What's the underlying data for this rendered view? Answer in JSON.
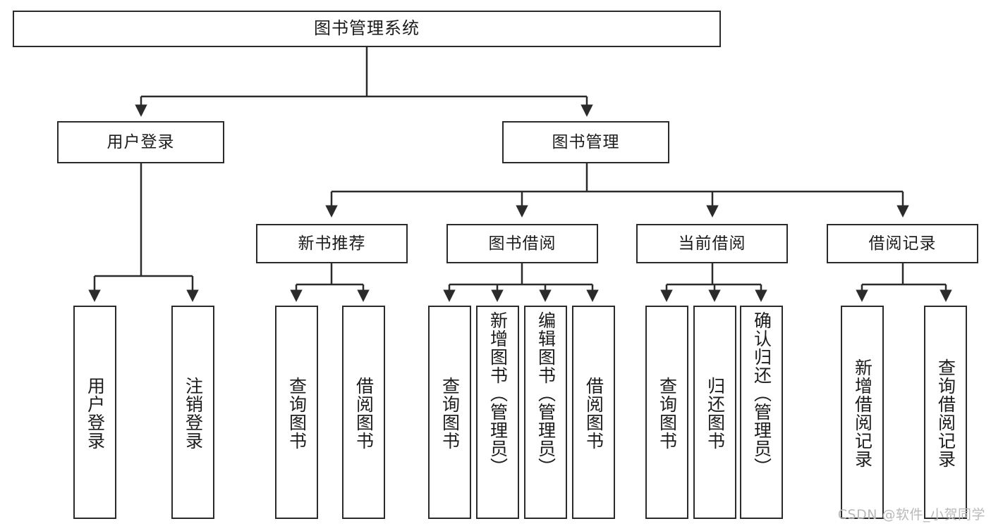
{
  "diagram": {
    "title": "图书管理系统",
    "type": "tree-hierarchy",
    "watermark": "CSDN @软件_小贺同学",
    "colors": {
      "stroke": "#2b2b2b",
      "fill": "#ffffff",
      "text": "#1c1c1c",
      "watermark": "#b9b9b9"
    },
    "nodes": {
      "root": "图书管理系统",
      "level2": {
        "user_login": "用户登录",
        "book_management": "图书管理"
      },
      "level3": {
        "new_book_recommend": "新书推荐",
        "book_borrow": "图书借阅",
        "current_borrow": "当前借阅",
        "borrow_record": "借阅记录"
      },
      "leaves": {
        "user_login": [
          "用户登录",
          "注销登录"
        ],
        "new_book_recommend": [
          "查询图书",
          "借阅图书"
        ],
        "book_borrow": [
          "查询图书",
          "新增图书（管理员）",
          "编辑图书（管理员）",
          "借阅图书"
        ],
        "current_borrow": [
          "查询图书",
          "归还图书",
          "确认归还（管理员）"
        ],
        "borrow_record": [
          "新增借阅记录",
          "查询借阅记录"
        ]
      }
    }
  }
}
